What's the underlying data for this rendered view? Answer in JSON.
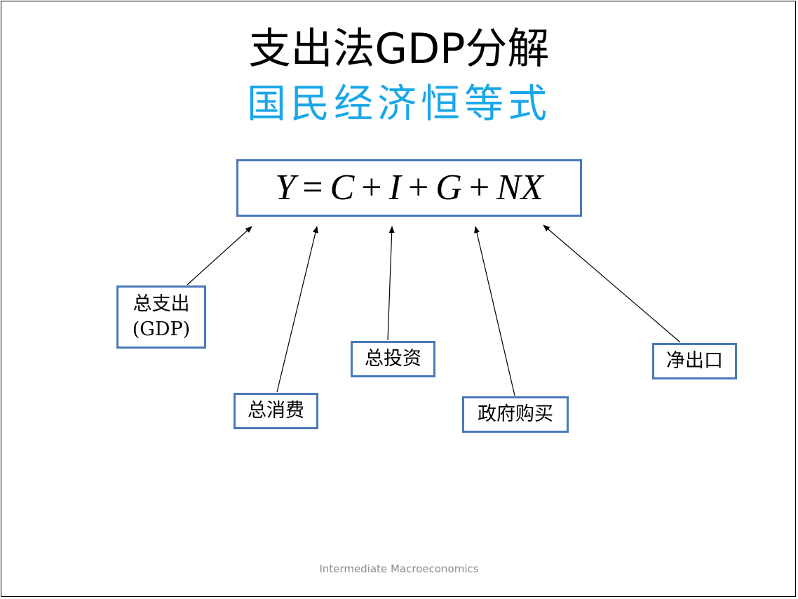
{
  "slide": {
    "title": "支出法GDP分解",
    "subtitle": "国民经济恒等式",
    "footer": "Intermediate Macroeconomics"
  },
  "equation": {
    "y": "Y",
    "eq": "=",
    "c": "C",
    "plus": "+",
    "i": "I",
    "g": "G",
    "nx": "NX"
  },
  "labels": {
    "total_expenditure_line1": "总支出",
    "total_expenditure_line2": "(GDP)",
    "consumption": "总消费",
    "investment": "总投资",
    "government": "政府购买",
    "net_exports": "净出口"
  },
  "colors": {
    "subtitle": "#1aa7e8",
    "box_border": "#4a78b8",
    "footer": "#8c8c8c"
  }
}
